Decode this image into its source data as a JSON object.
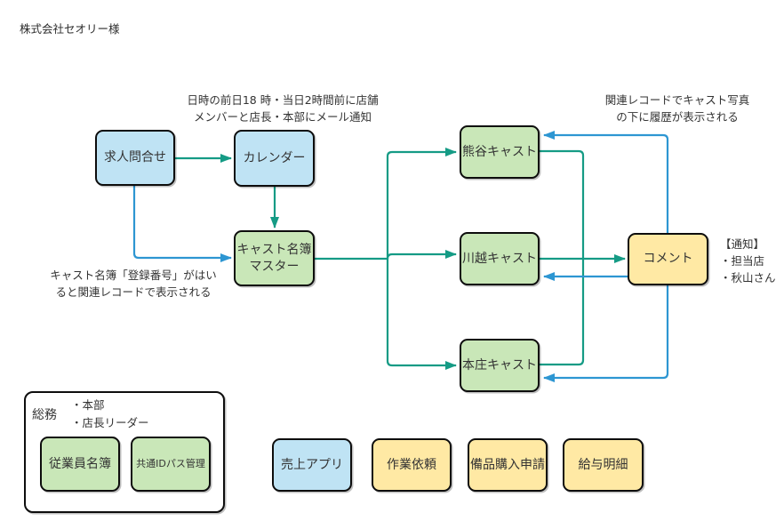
{
  "title": "株式会社セオリー様",
  "nodes": {
    "kyujin": {
      "label": "求人問合せ"
    },
    "calendar": {
      "label": "カレンダー"
    },
    "cast_master": {
      "label": "キャスト名簿\nマスター"
    },
    "kumagaya": {
      "label": "熊谷キャスト"
    },
    "kawagoe": {
      "label": "川越キャスト"
    },
    "honjo": {
      "label": "本庄キャスト"
    },
    "comment": {
      "label": "コメント"
    },
    "employee_roster": {
      "label": "従業員名簿"
    },
    "common_id_pass": {
      "label": "共通IDパス管理"
    },
    "sales_app": {
      "label": "売上アプリ"
    },
    "work_request": {
      "label": "作業依頼"
    },
    "equipment_purchase": {
      "label": "備品購入申請"
    },
    "payslip": {
      "label": "給与明細"
    }
  },
  "group": {
    "label": "総務",
    "bullets": "・本部\n・店長リーダー"
  },
  "annotations": {
    "calendar_note": "日時の前日18 時・当日2時間前に店舗\nメンバーと店長・本部にメール通知",
    "history_note": "関連レコードでキャスト写真\nの下に履歴が表示される",
    "register_note": "キャスト名簿「登録番号」がはい\nると関連レコードで表示される",
    "notify_note": "【通知】\n・担当店\n・秋山さん"
  },
  "colors": {
    "blue_fill": "#BFE3F4",
    "green_fill": "#C9E7B8",
    "yellow_fill": "#FFE9A4",
    "teal_arrow": "#159B85",
    "blue_arrow": "#2D96D2",
    "border": "#0D0D0D"
  }
}
